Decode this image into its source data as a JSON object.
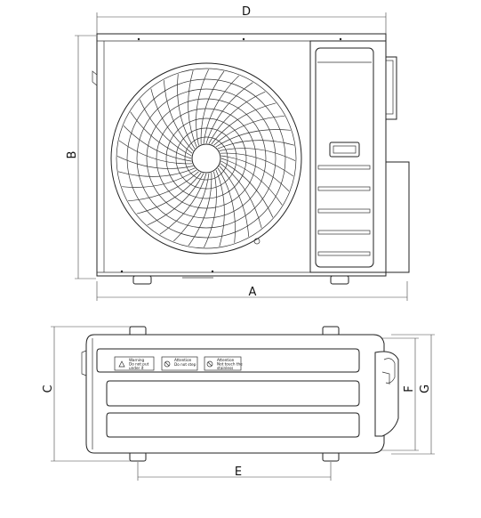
{
  "dimension_labels": {
    "width_front": "A",
    "height_front": "B",
    "depth_top": "C",
    "width_overall": "D",
    "foot_spacing": "E",
    "depth_foot": "F",
    "depth_overall": "G"
  },
  "warning_labels": [
    {
      "title": "Warning",
      "line1": "Do not put",
      "line2": "under it"
    },
    {
      "title": "Attention",
      "line1": "Do not step",
      "line2": ""
    },
    {
      "title": "Attention",
      "line1": "Not touch the",
      "line2": "stainless"
    }
  ],
  "colors": {
    "line": "#222222",
    "background": "#ffffff"
  },
  "icons": [
    "warning-triangle-icon",
    "no-step-icon",
    "caution-icon"
  ]
}
